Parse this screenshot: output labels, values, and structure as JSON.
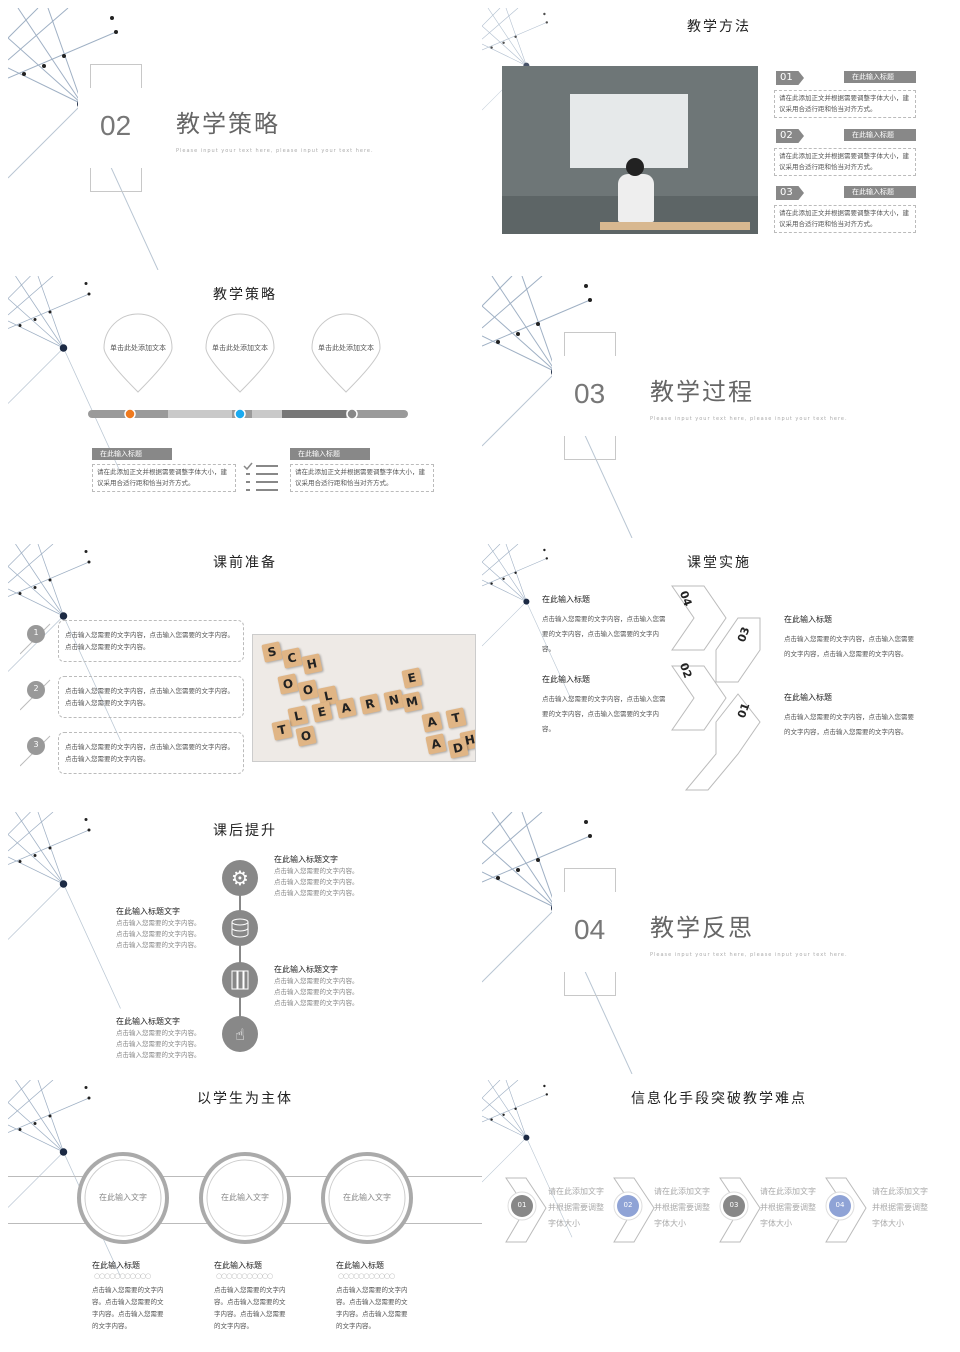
{
  "s1": {
    "num": "02",
    "title": "教学策略",
    "sub": "Please input your text here, please input your text here."
  },
  "s2": {
    "title": "教学方法",
    "items": [
      {
        "num": "01",
        "tag": "在此输入标题",
        "text": "请在此添加正文并根据需要调整字体大小，建议采用合适行距和恰当对齐方式。"
      },
      {
        "num": "02",
        "tag": "在此输入标题",
        "text": "请在此添加正文并根据需要调整字体大小，建议采用合适行距和恰当对齐方式。"
      },
      {
        "num": "03",
        "tag": "在此输入标题",
        "text": "请在此添加正文并根据需要调整字体大小，建议采用合适行距和恰当对齐方式。"
      }
    ]
  },
  "s3": {
    "title": "教学策略",
    "pins": [
      "单击此处添加文本",
      "单击此处添加文本",
      "单击此处添加文本"
    ],
    "left": {
      "tag": "在此输入标题",
      "text": "请在此添加正文并根据需要调整字体大小，建议采用合适行距和恰当对齐方式。"
    },
    "right": {
      "tag": "在此输入标题",
      "text": "请在此添加正文并根据需要调整字体大小，建议采用合适行距和恰当对齐方式。"
    },
    "dot_colors": [
      "#f07a1e",
      "#1aaaf0",
      "#888888"
    ]
  },
  "s4": {
    "num": "03",
    "title": "教学过程",
    "sub": "Please input your text here, please input your text here."
  },
  "s5": {
    "title": "课前准备",
    "items": [
      {
        "num": "1",
        "text": "点击输入您需要的文字内容，点击输入您需要的文字内容。点击输入您需要的文字内容。"
      },
      {
        "num": "2",
        "text": "点击输入您需要的文字内容，点击输入您需要的文字内容。点击输入您需要的文字内容。"
      },
      {
        "num": "3",
        "text": "点击输入您需要的文字内容，点击输入您需要的文字内容。点击输入您需要的文字内容。"
      }
    ],
    "tiles": [
      "S",
      "C",
      "H",
      "O",
      "O",
      "L",
      "L",
      "E",
      "A",
      "R",
      "N",
      "T",
      "O",
      "E",
      "M",
      "A",
      "T",
      "H",
      "A",
      "D"
    ]
  },
  "s6": {
    "title": "课堂实施",
    "left": [
      {
        "head": "在此输入标题",
        "text": "点击输入您需要的文字内容，点击输入您需要的文字内容，点击输入您需要的文字内容。"
      },
      {
        "head": "在此输入标题",
        "text": "点击输入您需要的文字内容，点击输入您需要的文字内容，点击输入您需要的文字内容。"
      }
    ],
    "right": [
      {
        "head": "在此输入标题",
        "text": "点击输入您需要的文字内容，点击输入您需要的文字内容，点击输入您需要的文字内容。"
      },
      {
        "head": "在此输入标题",
        "text": "点击输入您需要的文字内容，点击输入您需要的文字内容，点击输入您需要的文字内容。"
      }
    ],
    "steps": [
      "04",
      "03",
      "02",
      "01"
    ]
  },
  "s7": {
    "title": "课后提升",
    "items": [
      {
        "head": "在此输入标题文字",
        "lines": [
          "点击输入您需要的文字内容。",
          "点击输入您需要的文字内容。",
          "点击输入您需要的文字内容。"
        ]
      },
      {
        "head": "在此输入标题文字",
        "lines": [
          "点击输入您需要的文字内容。",
          "点击输入您需要的文字内容。",
          "点击输入您需要的文字内容。"
        ]
      },
      {
        "head": "在此输入标题文字",
        "lines": [
          "点击输入您需要的文字内容。",
          "点击输入您需要的文字内容。",
          "点击输入您需要的文字内容。"
        ]
      },
      {
        "head": "在此输入标题文字",
        "lines": [
          "点击输入您需要的文字内容。",
          "点击输入您需要的文字内容。",
          "点击输入您需要的文字内容。"
        ]
      }
    ],
    "icons": [
      "gear-icon",
      "database-icon",
      "server-icon",
      "touch-icon"
    ]
  },
  "s8": {
    "num": "04",
    "title": "教学反思",
    "sub": "Please input your text here, please input your text here."
  },
  "s9": {
    "title": "以学生为主体",
    "circles": [
      "在此输入文字",
      "在此输入文字",
      "在此输入文字"
    ],
    "cols": [
      {
        "head": "在此输入标题",
        "text": "点击输入您需要的文字内容。点击输入您需要的文字内容。点击输入您需要的文字内容。"
      },
      {
        "head": "在此输入标题",
        "text": "点击输入您需要的文字内容。点击输入您需要的文字内容。点击输入您需要的文字内容。"
      },
      {
        "head": "在此输入标题",
        "text": "点击输入您需要的文字内容。点击输入您需要的文字内容。点击输入您需要的文字内容。"
      }
    ]
  },
  "s10": {
    "title": "信息化手段突破教学难点",
    "steps": [
      {
        "num": "01",
        "text": "请在此添加文字并根据需要调整字体大小",
        "color": "#888888"
      },
      {
        "num": "02",
        "text": "请在此添加文字并根据需要调整字体大小",
        "color": "#8fa3d6"
      },
      {
        "num": "03",
        "text": "请在此添加文字并根据需要调整字体大小",
        "color": "#888888"
      },
      {
        "num": "04",
        "text": "请在此添加文字并根据需要调整字体大小",
        "color": "#8fa3d6"
      }
    ]
  }
}
